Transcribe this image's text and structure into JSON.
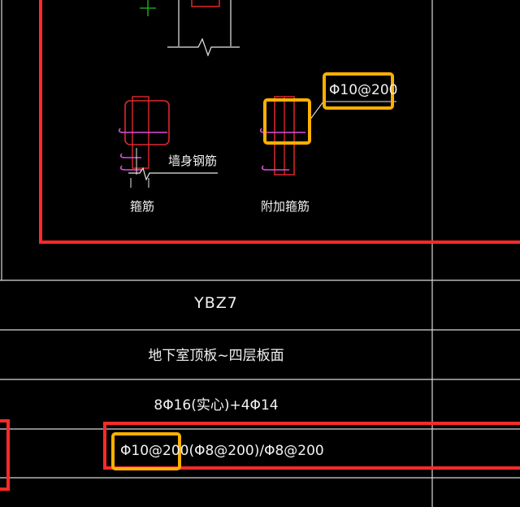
{
  "labels": {
    "wall_rebar": "墙身钢筋",
    "stirrup": "箍筋",
    "additional_stirrup": "附加箍筋",
    "callout_rebar": "Φ10@200"
  },
  "table": {
    "name": "YBZ7",
    "floors": "地下室顶板~四层板面",
    "longitudinal": "8Φ16(实心)+4Φ14",
    "stirrups": "Φ10@200(Φ8@200)/Φ8@200"
  },
  "colors": {
    "background": "#000000",
    "grid_line": "#d8d8d8",
    "rebar_red": "#e0282e",
    "tie_magenta": "#d94fd9",
    "axis_green": "#19c419",
    "highlight_red": "#ff2a2a",
    "highlight_yellow": "#ffb000"
  }
}
